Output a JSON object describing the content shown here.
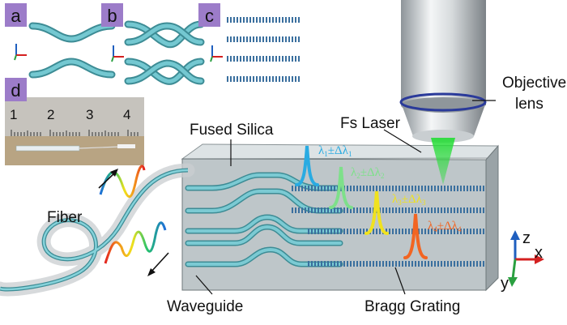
{
  "panels": [
    {
      "letter": "a"
    },
    {
      "letter": "b"
    },
    {
      "letter": "c"
    },
    {
      "letter": "d"
    }
  ],
  "ruler_numbers": [
    "1",
    "2",
    "3",
    "4"
  ],
  "labels": {
    "objective": [
      "Objective",
      "lens"
    ],
    "laser": "Fs Laser",
    "silica": "Fused Silica",
    "fiber": "Fiber",
    "waveguide": "Waveguide",
    "grating": "Bragg Grating"
  },
  "wavelengths": [
    {
      "sub": "1",
      "color": "#29abe2"
    },
    {
      "sub": "2",
      "color": "#7ee08a"
    },
    {
      "sub": "3",
      "color": "#f0e21e"
    },
    {
      "sub": "4",
      "color": "#f26522"
    }
  ],
  "axes": {
    "z": "z",
    "x": "x",
    "y": "y"
  },
  "colors": {
    "panel_tag": "#9c7cc9",
    "waveguide": "#5fb8c2",
    "grating": "#3a6f9e",
    "glass": "#b9c2c6",
    "beam": "#22dd33"
  }
}
